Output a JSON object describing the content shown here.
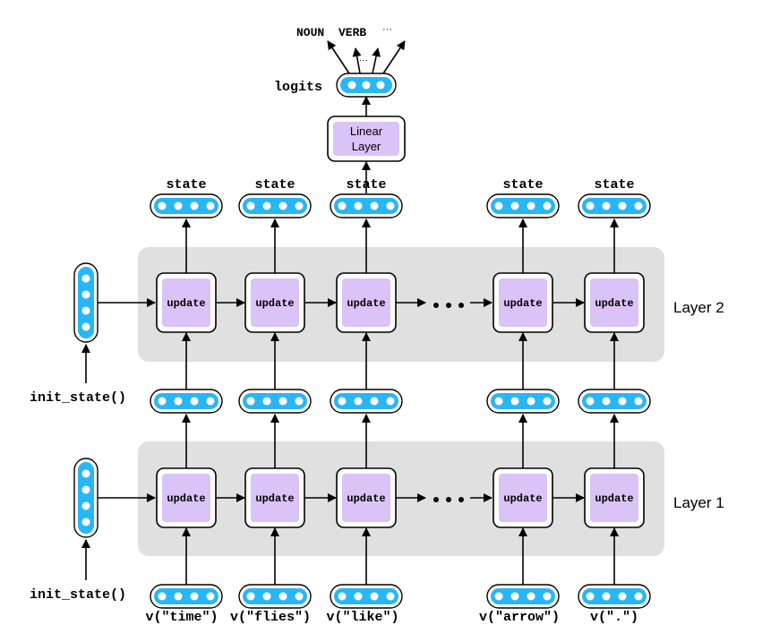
{
  "outputs": {
    "noun": "NOUN",
    "verb": "VERB",
    "ellipsis_top": "···",
    "ellipsis_mid": "···"
  },
  "logits_label": "logits",
  "linear_layer": {
    "line1": "Linear",
    "line2": "Layer"
  },
  "state_label": "state",
  "update_label": "update",
  "init_state_label": "init_state()",
  "layers": {
    "layer2": "Layer 2",
    "layer1": "Layer 1"
  },
  "inputs": [
    "v(\"time\")",
    "v(\"flies\")",
    "v(\"like\")",
    "v(\"arrow\")",
    "v(\".\")"
  ],
  "colors": {
    "vector_fill": "#29b6f6",
    "vector_dot": "#ffffff",
    "update_fill": "#d9c3f7",
    "layer_band": "#e0e0e0"
  }
}
